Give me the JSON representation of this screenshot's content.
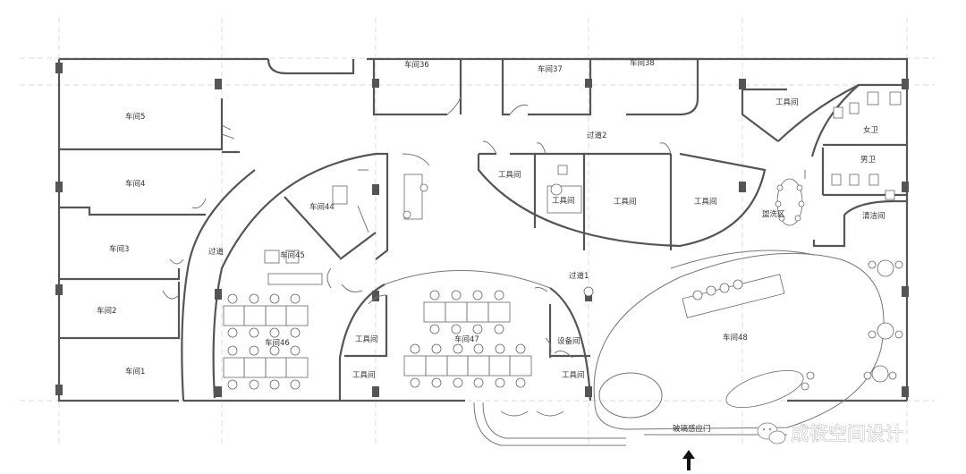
{
  "rooms": {
    "r1": "车间1",
    "r2": "车间2",
    "r3": "车间3",
    "r4": "车间4",
    "r5": "车间5",
    "r36": "车间36",
    "r37": "车间37",
    "r38": "车间38",
    "r44": "车间44",
    "r45": "车间45",
    "r46": "车间46",
    "r47": "车间47",
    "r48": "车间48",
    "corridor": "过道",
    "corridor1": "过道1",
    "corridor2": "过道2",
    "tool": "工具间",
    "equip": "设备间",
    "women": "女卫",
    "men": "男卫",
    "wash": "盥洗区",
    "clean": "清洁间",
    "door": "玻璃感应门"
  },
  "watermark": "成筱空间设计",
  "icons": {
    "entrance": "arrow-up-icon",
    "watermark": "wechat-icon"
  }
}
